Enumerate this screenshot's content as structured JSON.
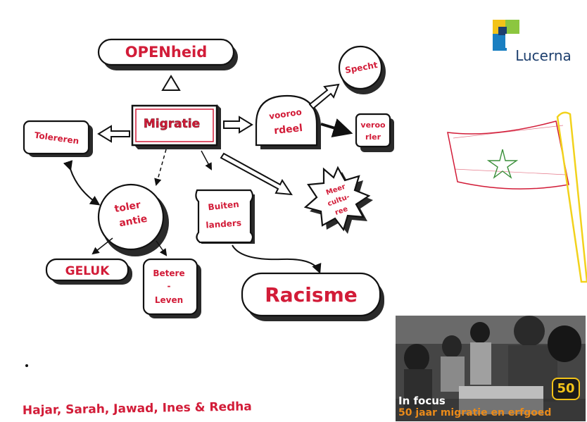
{
  "diagram": {
    "center": "Migratie",
    "nodes": {
      "openheid": "OPENheid",
      "tolereren": "Tolereren",
      "vooroordeel_1": "vooroo",
      "vooroordeel_2": "rdeel",
      "spechten": "Specht",
      "veroordeler_1": "veroo",
      "veroordeler_2": "rler",
      "tolerantie_1": "toler",
      "tolerantie_2": "antie",
      "buitenlanders_1": "Buiten",
      "buitenlanders_2": "landers",
      "meer_cultuur_1": "Meer",
      "meer_cultuur_2": "cultu-",
      "meer_cultuur_3": "ree",
      "geluk": "GELUK",
      "beter_leven_1": "Betere",
      "beter_leven_2": "-",
      "beter_leven_3": "Leven",
      "racisme": "Racisme"
    },
    "authors": "Hajar, Sarah, Jawad, Ines & Redha"
  },
  "brand": {
    "logo_text": "Lucerna",
    "colors": {
      "yellow": "#f2c318",
      "green": "#8cc63f",
      "blue": "#1a7fc1",
      "dark": "#1d3f6e"
    }
  },
  "flag": {
    "star_color": "#3a8f3a",
    "outline_color": "#d21c38",
    "pole_color": "#f2d21c"
  },
  "infocus": {
    "label": "In focus",
    "subtitle": "50 jaar migratie en erfgoed",
    "badge": "50"
  },
  "colors": {
    "ink": "#111111",
    "red": "#d21c38"
  }
}
